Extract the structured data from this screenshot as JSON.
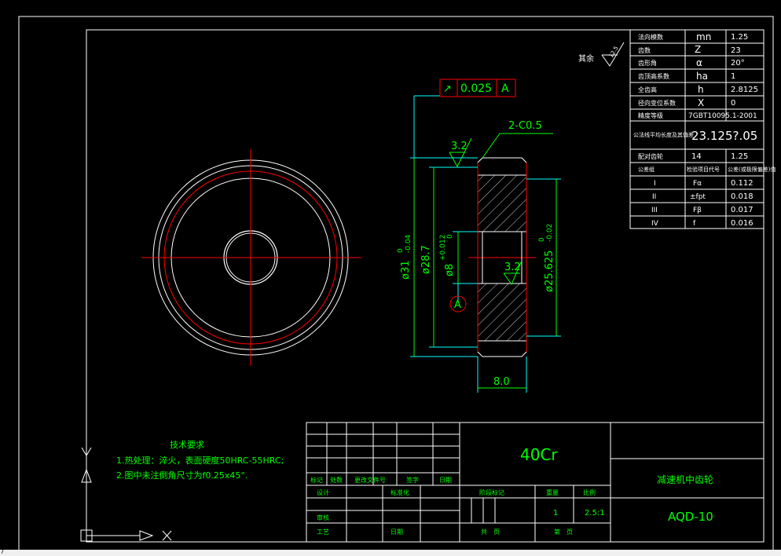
{
  "drawing": {
    "geometric_tolerance": {
      "symbol": "↗",
      "value": "0.025",
      "datum": "A"
    },
    "roughness_top": "3.2",
    "roughness_bore": "3.2",
    "chamfer": "2-C0.5",
    "datum_label": "A",
    "dim_outer": "ø31",
    "dim_outer_tol_upper": "0",
    "dim_outer_tol_lower": "-0.04",
    "dim_root": "ø28.7",
    "dim_bore": "ø8",
    "dim_bore_tol_upper": "+0.012",
    "dim_bore_tol_lower": "0",
    "dim_pitch": "ø25.625",
    "dim_pitch_tol_upper": "0",
    "dim_pitch_tol_lower": "-0.02",
    "dim_width": "8.0",
    "remaining_roughness_label": "其余",
    "remaining_roughness_value": "12.5"
  },
  "parameter_table": {
    "rows": [
      {
        "name": "法向模数",
        "symbol": "mn",
        "value": "1.25"
      },
      {
        "name": "齿数",
        "symbol": "Z",
        "value": "23"
      },
      {
        "name": "齿形角",
        "symbol": "α",
        "value": "20°"
      },
      {
        "name": "齿顶高系数",
        "symbol": "ha",
        "value": "1"
      },
      {
        "name": "全齿高",
        "symbol": "h",
        "value": "2.8125"
      },
      {
        "name": "径向变位系数",
        "symbol": "X",
        "value": "0"
      },
      {
        "name": "精度等级",
        "symbol": "",
        "value": "7GBT10095.1-2001"
      },
      {
        "name": "公法线平均长度及其偏差",
        "symbol": "",
        "value": "23.125?.05"
      },
      {
        "name": "配对齿轮",
        "symbol": "14",
        "value": "1.25"
      }
    ],
    "check_header": {
      "col1": "公差组",
      "col2": "检验项目代号",
      "col3": "公差(或极限偏差)值"
    },
    "check_rows": [
      {
        "group": "I",
        "item": "Fα",
        "value": "0.112"
      },
      {
        "group": "II",
        "item": "±fpt",
        "value": "0.018"
      },
      {
        "group": "III",
        "item": "Fβ",
        "value": "0.017"
      },
      {
        "group": "IV",
        "item": "f",
        "value": "0.016"
      }
    ]
  },
  "tech_requirements": {
    "title": "技术要求",
    "line1": "1.热处理：淬火，表面硬度50HRC-55HRC;",
    "line2": "2.图中未注倒角尺寸为f0.25x45°."
  },
  "title_block": {
    "material": "40Cr",
    "part_name": "减速机中齿轮",
    "drawing_no": "AQD-10",
    "mark": "标记",
    "count": "处数",
    "change_doc": "更改文件号",
    "signature": "签字",
    "date": "日期",
    "design": "设计",
    "standardize": "标准化",
    "stage_mark": "阶段标记",
    "weight": "重量",
    "scale": "比例",
    "weight_value": "1",
    "scale_value": "2.5:1",
    "check": "审核",
    "process": "工艺",
    "date2": "日期",
    "total": "共　页",
    "sheet": "第　页"
  },
  "status": {
    "text": "/"
  },
  "colors": {
    "background": "#000000",
    "geometry": "#ffffff",
    "dimension": "#00ff00",
    "center_line": "#ff0000",
    "extension": "#00ffff"
  }
}
